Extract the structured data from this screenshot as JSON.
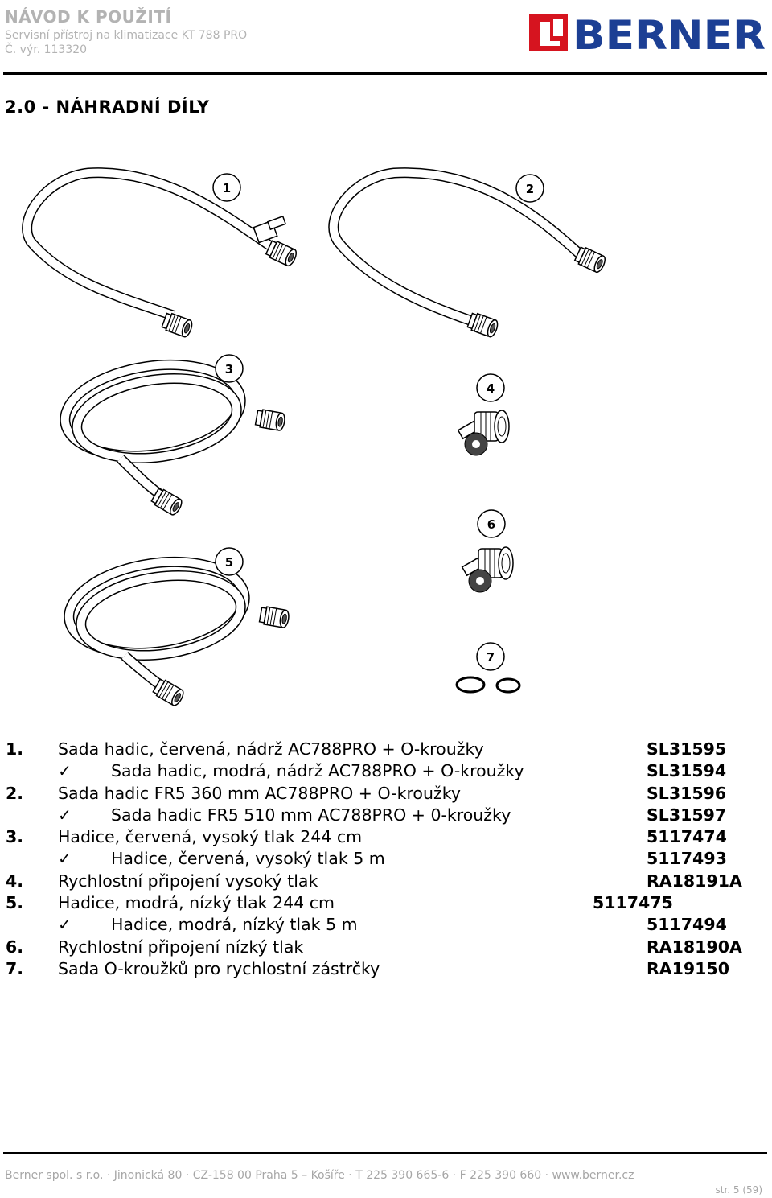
{
  "header": {
    "title": "NÁVOD K POUŽITÍ",
    "subtitle": "Servisní přístroj na klimatizace KT 788 PRO",
    "article_number": "Č. výr. 113320",
    "logo_text": "BERNER"
  },
  "section_title": "2.0 - NÁHRADNÍ DÍLY",
  "figure_labels": [
    "1",
    "2",
    "3",
    "4",
    "5",
    "6",
    "7"
  ],
  "parts": [
    {
      "num": "1.",
      "desc": "Sada hadic, červená, nádrž AC788PRO + O-kroužky",
      "code": "SL31595"
    },
    {
      "check": "✓",
      "desc": "Sada hadic, modrá, nádrž AC788PRO + O-kroužky",
      "code": "SL31594"
    },
    {
      "num": "2.",
      "desc": "Sada hadic FR5 360 mm AC788PRO + O-kroužky",
      "code": "SL31596"
    },
    {
      "check": "✓",
      "desc": "Sada hadic FR5 510 mm AC788PRO + 0-kroužky",
      "code": "SL31597"
    },
    {
      "num": "3.",
      "desc": "Hadice, červená, vysoký tlak 244 cm",
      "code": "5117474"
    },
    {
      "check": "✓",
      "desc": "Hadice, červená, vysoký tlak 5 m",
      "code": "5117493"
    },
    {
      "num": "4.",
      "desc": "Rychlostní připojení vysoký tlak",
      "code": "RA18191A"
    },
    {
      "num": "5.",
      "desc": "Hadice, modrá, nízký tlak 244 cm",
      "code": "5117475"
    },
    {
      "check": "✓",
      "desc": "Hadice, modrá, nízký tlak 5 m",
      "code": "5117494"
    },
    {
      "num": "6.",
      "desc": "Rychlostní připojení nízký tlak",
      "code": "RA18190A"
    },
    {
      "num": "7.",
      "desc": "Sada O-kroužků pro rychlostní zástrčky",
      "code": "RA19150"
    }
  ],
  "footer": {
    "company": "Berner spol. s r.o. · Jinonická 80 · CZ-158 00 Praha 5 – Košíře · T 225 390  665-6 · F 225 390 660 · www.berner.cz",
    "page": "str. 5 (59)"
  },
  "colors": {
    "logo_red": "#d6141f",
    "logo_blue": "#1c3f94",
    "header_gray": "#b3b3b3",
    "footer_gray": "#a6a6a6"
  }
}
